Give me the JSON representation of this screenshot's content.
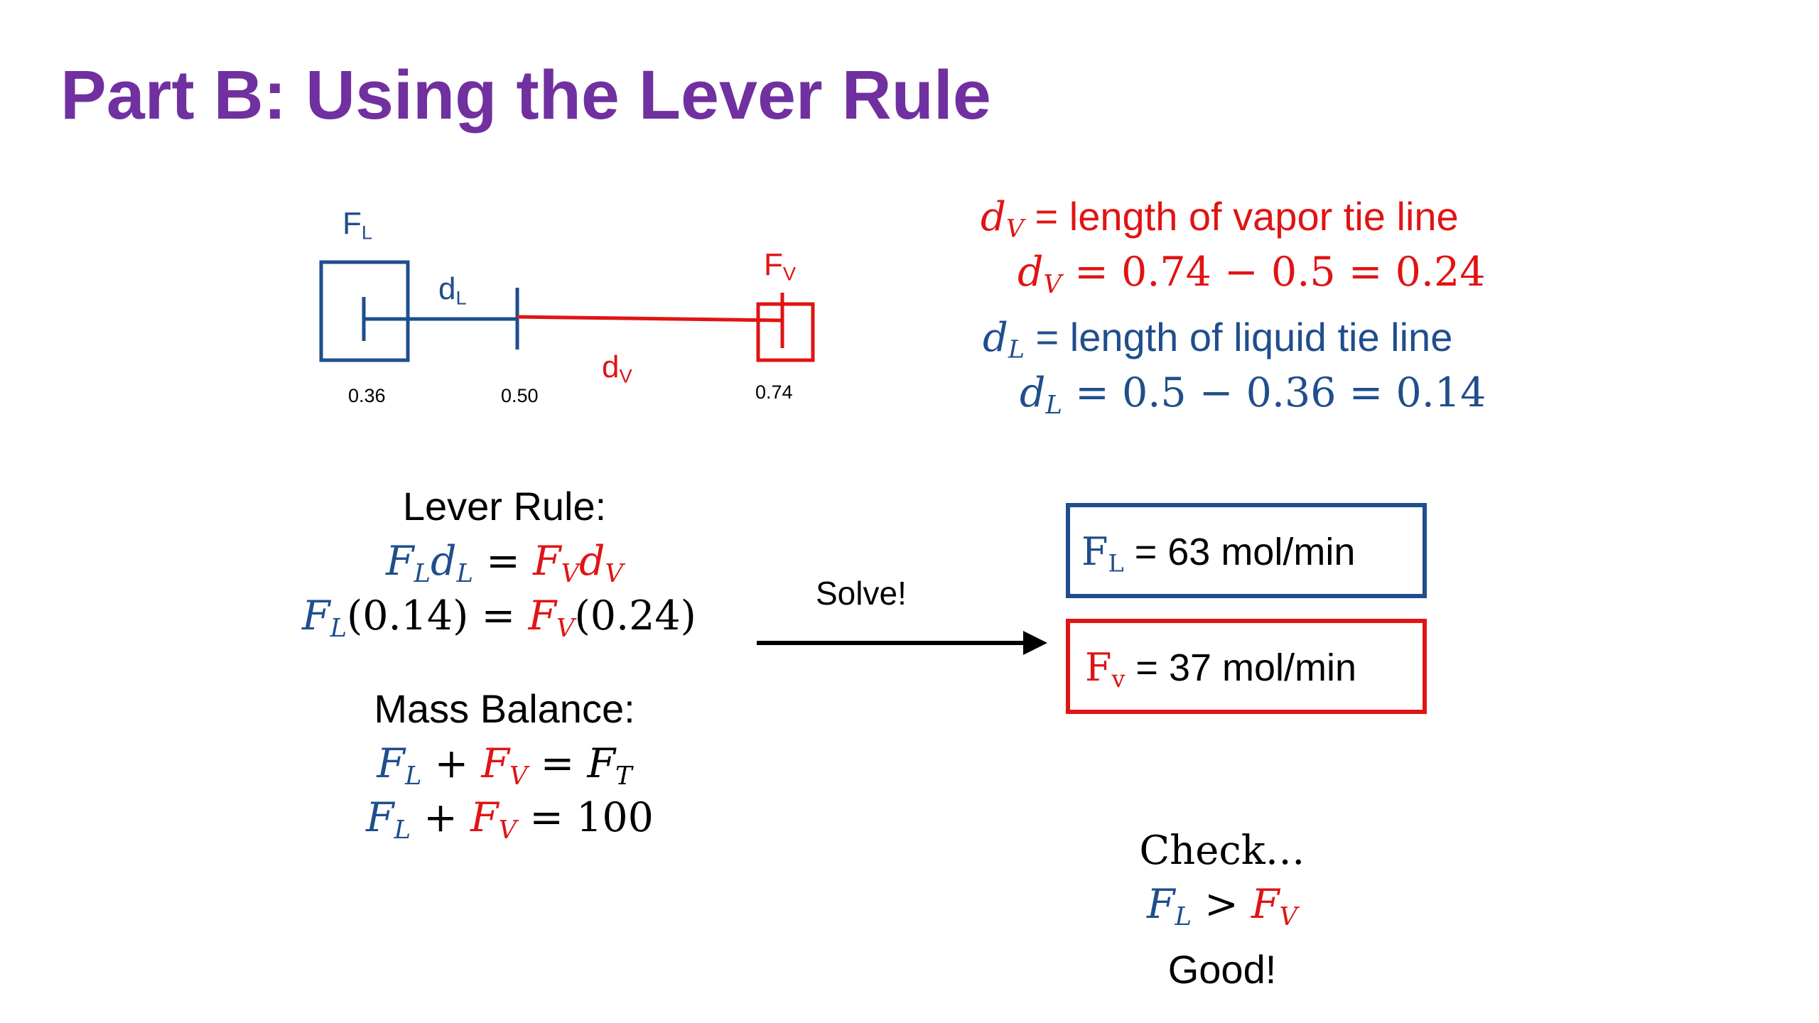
{
  "title": "Part B: Using the Lever Rule",
  "diagram": {
    "fl_label": "F",
    "fl_sub": "L",
    "fv_label": "F",
    "fv_sub": "V",
    "dl_label": "d",
    "dl_sub": "L",
    "dv_label": "d",
    "dv_sub": "V",
    "x_left": "0.36",
    "x_mid": "0.50",
    "x_right": "0.74"
  },
  "definitions": {
    "dv_text": "= length of vapor tie line",
    "dv_eq": "= 0.74 − 0.5 = 0.24",
    "dl_text": "= length of liquid tie line",
    "dl_eq": "= 0.5 − 0.36 = 0.14"
  },
  "lever_rule": {
    "heading": "Lever Rule:",
    "eq2_left": "(0.14) =",
    "eq2_right": "(0.24)"
  },
  "mass_balance": {
    "heading": "Mass Balance:",
    "eq2_right": "= 100"
  },
  "solve_label": "Solve!",
  "results": {
    "fl_value": "= 63 mol/min",
    "fv_value": "= 37 mol/min"
  },
  "check": {
    "heading": "Check…",
    "verdict": "Good!"
  },
  "colors": {
    "title": "#7030a0",
    "liquid": "#1f4e8c",
    "vapor": "#e01414"
  }
}
